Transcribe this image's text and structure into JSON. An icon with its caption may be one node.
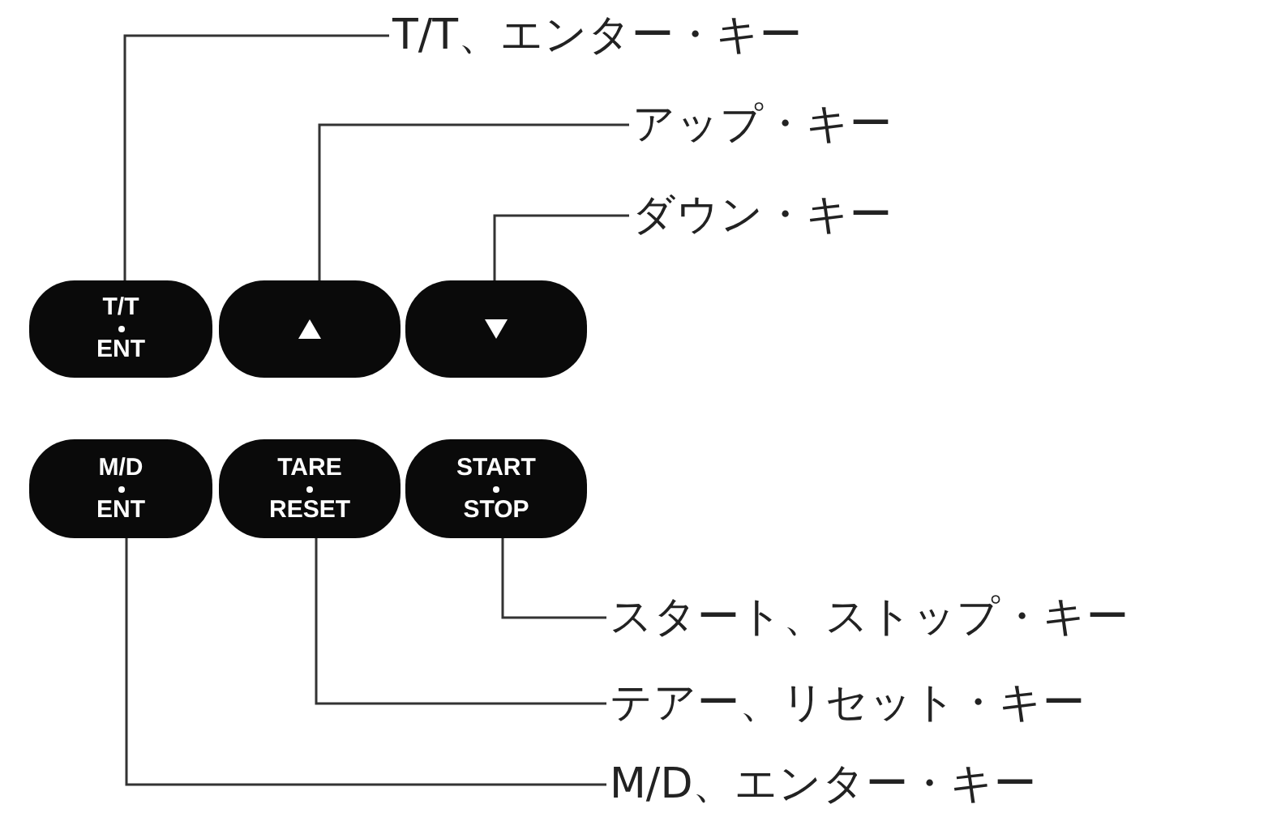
{
  "diagram": {
    "nodes": [
      {
        "text": [
          "T/T、エンター・キー"
        ]
      },
      {
        "text": [
          "アップ・キー"
        ]
      },
      {
        "text": [
          "ダウン・キー"
        ]
      },
      {
        "text": [
          "T/T",
          "ENT"
        ]
      },
      {
        "text": [],
        "shape": "box"
      },
      {
        "text": [],
        "shape": "box"
      },
      {
        "text": [
          "M/D",
          "ENT"
        ]
      },
      {
        "text": [
          "TARE",
          "RESET"
        ]
      },
      {
        "text": [
          "START",
          "STOP"
        ]
      },
      {
        "text": [
          "スタート、ストップ・キー"
        ]
      },
      {
        "text": [
          "テアー、リセット・キー"
        ]
      },
      {
        "text": [
          "M/D、エンター・キー"
        ]
      }
    ],
    "edges": [
      {
        "from": 0,
        "to": 3,
        "arrow": "none"
      },
      {
        "from": 1,
        "to": 4,
        "arrow": "none"
      },
      {
        "from": 2,
        "to": 5,
        "arrow": "none"
      },
      {
        "from": 9,
        "to": 8,
        "arrow": "none"
      },
      {
        "from": 10,
        "to": 7,
        "arrow": "none"
      },
      {
        "from": 11,
        "to": 6,
        "arrow": "none"
      }
    ]
  }
}
